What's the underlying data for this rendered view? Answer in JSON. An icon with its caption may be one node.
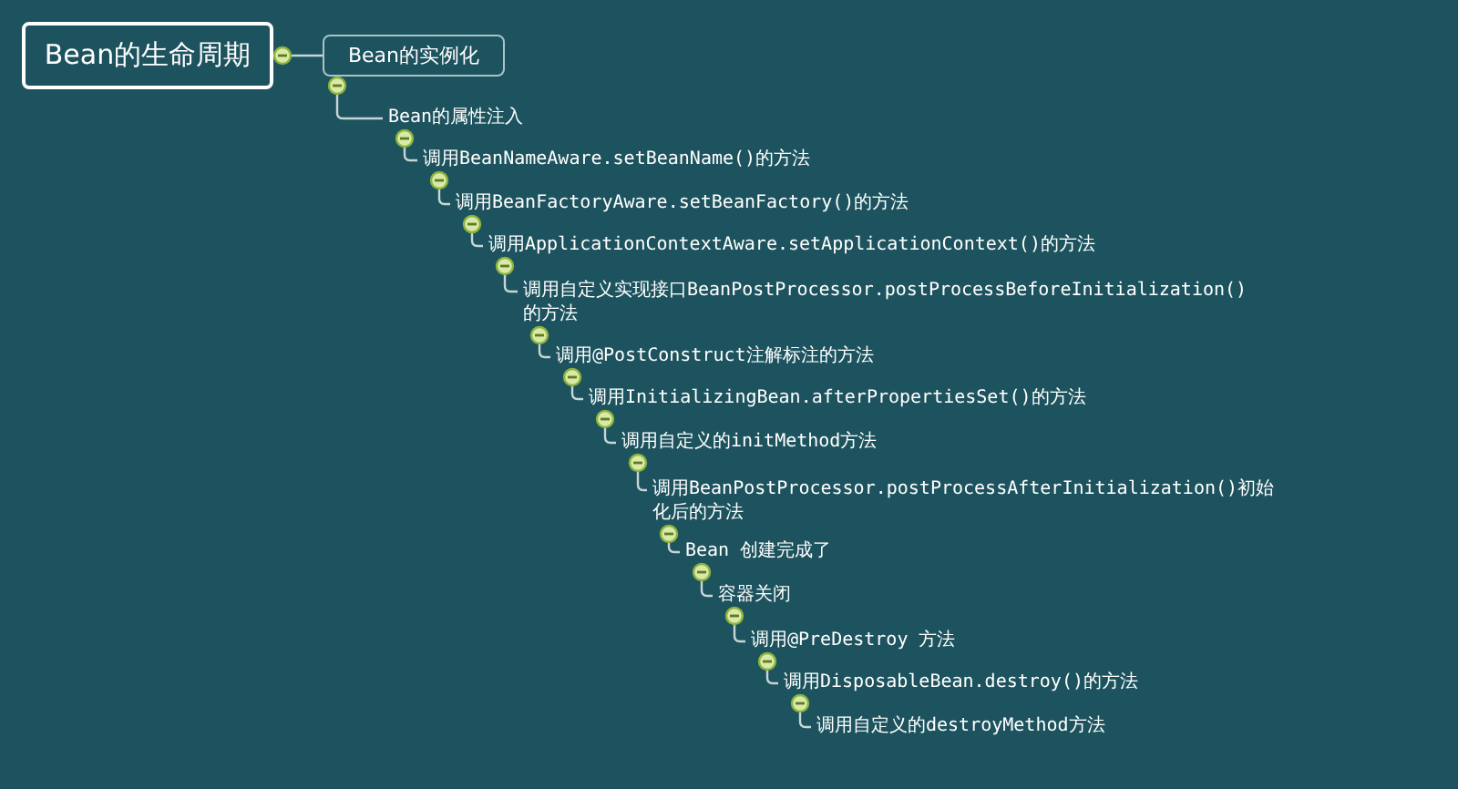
{
  "diagram": {
    "nodes": [
      {
        "text": [
          "Bean的生命周期"
        ]
      },
      {
        "text": [
          "Bean的实例化"
        ]
      },
      {
        "text": [
          "Bean的属性注入"
        ]
      },
      {
        "text": [
          "调用BeanNameAware.setBeanName()的方法"
        ]
      },
      {
        "text": [
          "调用BeanFactoryAware.setBeanFactory()的方法"
        ]
      },
      {
        "text": [
          "调用ApplicationContextAware.setApplicationContext()的方法"
        ]
      },
      {
        "text": [
          "调用自定义实现接口BeanPostProcessor.postProcessBeforeInitialization()的方法"
        ]
      },
      {
        "text": [
          "调用@PostConstruct注解标注的方法"
        ]
      },
      {
        "text": [
          "调用InitializingBean.afterPropertiesSet()的方法"
        ]
      },
      {
        "text": [
          "调用自定义的initMethod方法"
        ]
      },
      {
        "text": [
          "调用BeanPostProcessor.postProcessAfterInitialization()初始化后的方法"
        ]
      },
      {
        "text": [
          "Bean 创建完成了"
        ]
      },
      {
        "text": [
          "容器关闭"
        ]
      },
      {
        "text": [
          "调用@PreDestroy 方法"
        ]
      },
      {
        "text": [
          "调用DisposableBean.destroy()的方法"
        ]
      },
      {
        "text": [
          "调用自定义的destroyMethod方法"
        ]
      }
    ],
    "edges": [
      {
        "from": 0,
        "to": 1,
        "arrow": "none"
      },
      {
        "from": 1,
        "to": 2,
        "arrow": "none"
      },
      {
        "from": 2,
        "to": 3,
        "arrow": "none"
      },
      {
        "from": 3,
        "to": 4,
        "arrow": "none"
      },
      {
        "from": 4,
        "to": 5,
        "arrow": "none"
      },
      {
        "from": 5,
        "to": 6,
        "arrow": "none"
      },
      {
        "from": 6,
        "to": 7,
        "arrow": "none"
      },
      {
        "from": 7,
        "to": 8,
        "arrow": "none"
      },
      {
        "from": 8,
        "to": 9,
        "arrow": "none"
      },
      {
        "from": 9,
        "to": 10,
        "arrow": "none"
      },
      {
        "from": 10,
        "to": 11,
        "arrow": "none"
      },
      {
        "from": 11,
        "to": 12,
        "arrow": "none"
      },
      {
        "from": 12,
        "to": 13,
        "arrow": "none"
      },
      {
        "from": 13,
        "to": 14,
        "arrow": "none"
      },
      {
        "from": 14,
        "to": 15,
        "arrow": "none"
      }
    ]
  }
}
